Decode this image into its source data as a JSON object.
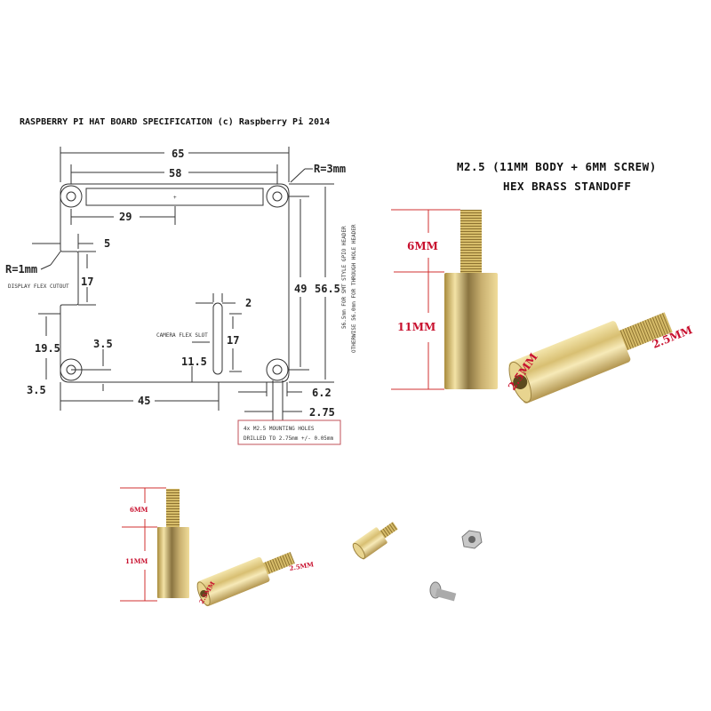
{
  "spec": {
    "title": "RASPBERRY PI HAT BOARD SPECIFICATION (c) Raspberry Pi 2014",
    "dims": {
      "width": "65",
      "hole_spacing_x": "58",
      "header_center": "29",
      "corner_radius": "R=3mm",
      "cutout_depth": "5",
      "cutout_radius": "R=1mm",
      "cutout_height": "17",
      "cutout_offset": "19.5",
      "hole_offset": "3.5",
      "hole_offset_bottom": "3.5",
      "slot_width": "2",
      "slot_height": "17",
      "slot_offset": "11.5",
      "slot_position": "45",
      "hole_spacing_y": "49",
      "height": "56.5",
      "edge_offset": "6.2",
      "hole_diameter": "2.75"
    },
    "labels": {
      "display_cutout": "DISPLAY FLEX CUTOUT",
      "camera_slot": "CAMERA FLEX SLOT",
      "note_smt": "56.5mm FOR SMT STYLE GPIO HEADER",
      "note_th": "OTHERWISE 56.0mm FOR THROUGH HOLE HEADER",
      "holes_line1": "4x M2.5 MOUNTING HOLES",
      "holes_line2": "DRILLED TO 2.75mm +/- 0.05mm"
    }
  },
  "product": {
    "title_line1": "M2.5 (11MM BODY + 6MM SCREW)",
    "title_line2": "HEX BRASS STANDOFF",
    "screw_length": "6MM",
    "body_length": "11MM",
    "thread_size": "2.5MM",
    "hole_size": "2.5MM"
  },
  "colors": {
    "dimension_red": "#c8102e",
    "brass": "#d9bf6a",
    "steel": "#b8b8b8"
  }
}
